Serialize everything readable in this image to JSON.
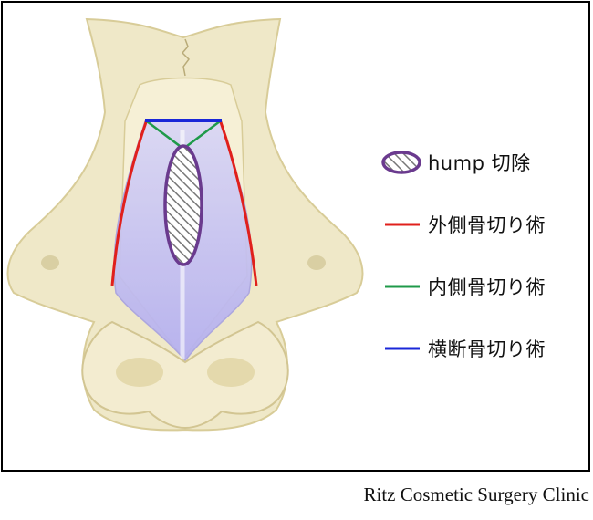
{
  "legend": {
    "hump": {
      "label": "hump 切除",
      "color": "#6a3a8e"
    },
    "lateral": {
      "label": "外側骨切り術",
      "color": "#e0201c"
    },
    "medial": {
      "label": "内側骨切り術",
      "color": "#1f9a4a"
    },
    "transverse": {
      "label": "横断骨切り術",
      "color": "#1a27d8"
    }
  },
  "caption": "Ritz Cosmetic Surgery Clinic"
}
